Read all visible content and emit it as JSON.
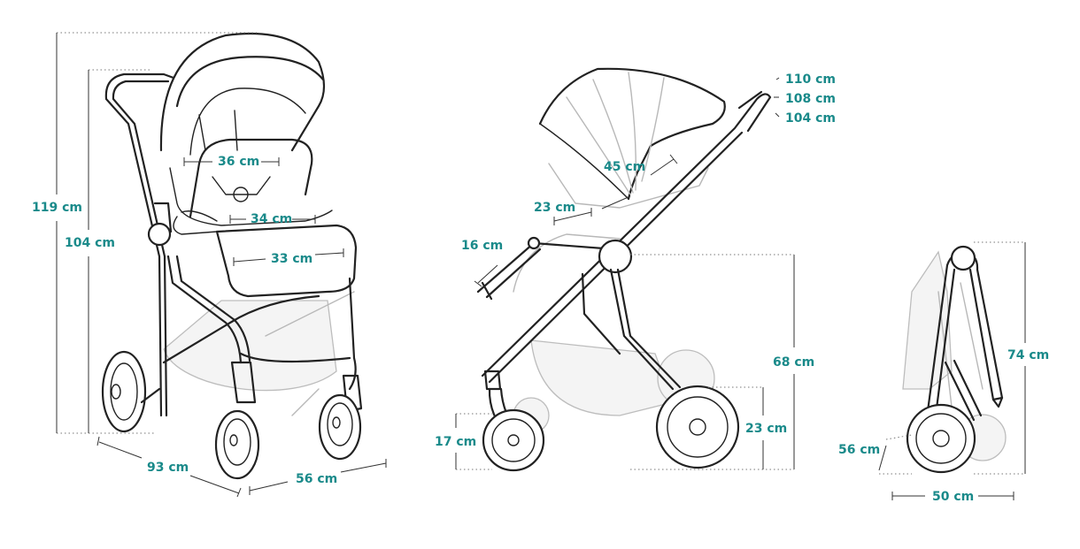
{
  "colors": {
    "accent": "#1a8a8a",
    "outline": "#222222",
    "ghost": "#bdbdbd"
  },
  "front_view": {
    "total_height": "119 cm",
    "handle_height": "104 cm",
    "canopy_width": "36 cm",
    "seat_width": "34 cm",
    "footrest_width": "33 cm",
    "length": "93 cm",
    "width": "56 cm"
  },
  "side_view": {
    "handle_levels": [
      "110 cm",
      "108 cm",
      "104 cm"
    ],
    "backrest_length": "45 cm",
    "seat_depth": "23 cm",
    "footrest_length": "16 cm",
    "seat_height": "68 cm",
    "front_wheel": "17 cm",
    "rear_wheel": "23 cm"
  },
  "folded_view": {
    "height": "74 cm",
    "depth": "56 cm",
    "width": "50 cm"
  }
}
